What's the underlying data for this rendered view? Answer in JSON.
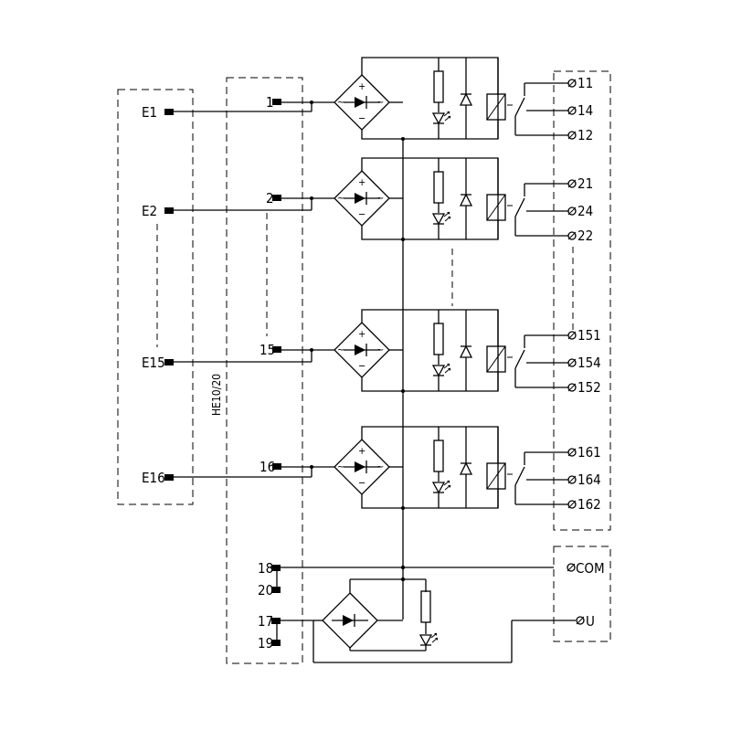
{
  "inputs": {
    "e1": "E1",
    "e2": "E2",
    "e15": "E15",
    "e16": "E16"
  },
  "connector": {
    "label": "HE10/20",
    "pins": {
      "p1": "1",
      "p2": "2",
      "p15": "15",
      "p16": "16",
      "p18": "18",
      "p20": "20",
      "p17": "17",
      "p19": "19"
    }
  },
  "outputs": {
    "ch1": [
      "11",
      "14",
      "12"
    ],
    "ch2": [
      "21",
      "24",
      "22"
    ],
    "ch15": [
      "151",
      "154",
      "152"
    ],
    "ch16": [
      "161",
      "164",
      "162"
    ]
  },
  "supply": {
    "com": "COM",
    "u": "U"
  },
  "symbols": {
    "plus": "+",
    "minus": "−",
    "ac": "~"
  }
}
